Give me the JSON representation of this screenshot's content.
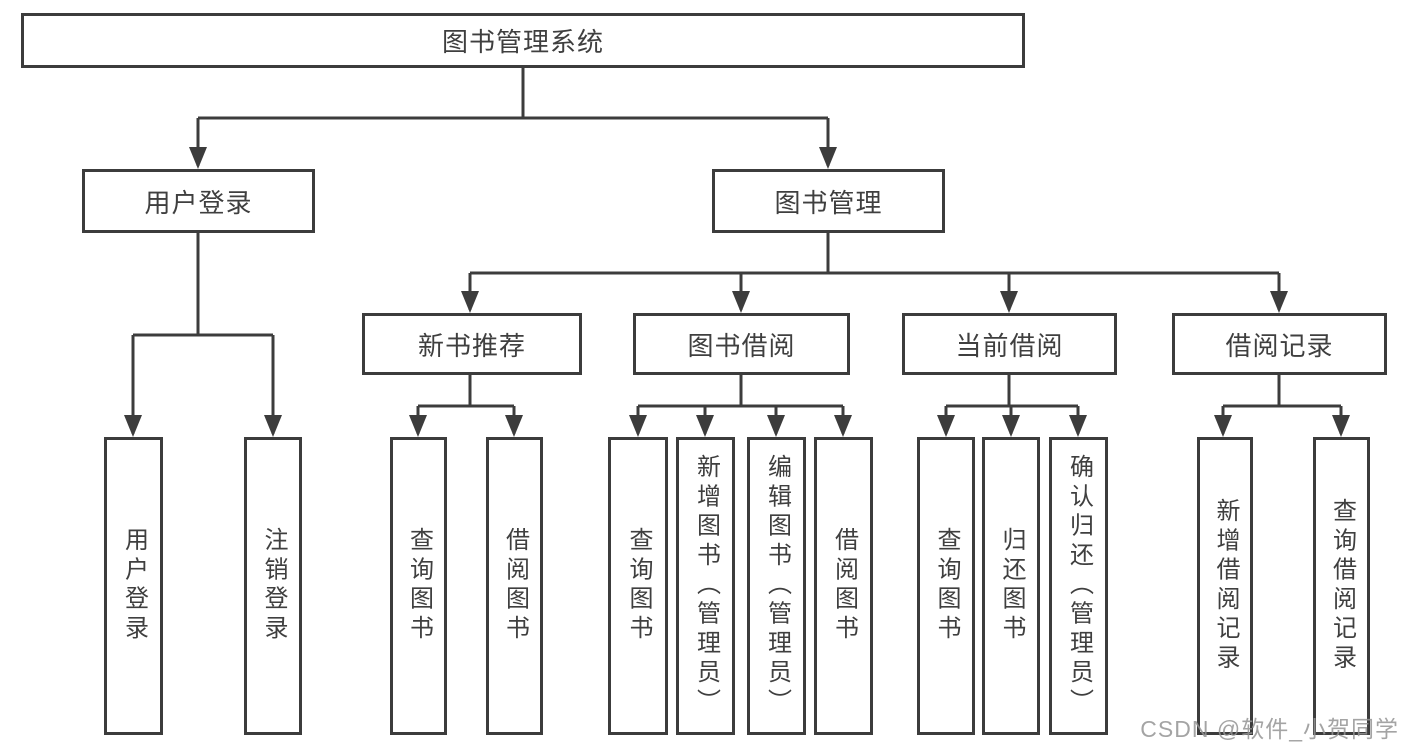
{
  "diagram": {
    "colors": {
      "line": "#3c3c3c",
      "text": "#3f3f3f",
      "watermark_gray": "#949494",
      "background": "#ffffff"
    },
    "tree": {
      "root": {
        "label": "图书管理系统"
      },
      "branches": [
        {
          "label": "用户登录",
          "leaves": [
            {
              "label": "用户登录"
            },
            {
              "label": "注销登录"
            }
          ]
        },
        {
          "label": "图书管理",
          "groups": [
            {
              "label": "新书推荐",
              "leaves": [
                {
                  "label": "查询图书"
                },
                {
                  "label": "借阅图书"
                }
              ]
            },
            {
              "label": "图书借阅",
              "leaves": [
                {
                  "label": "查询图书"
                },
                {
                  "label": "新增图书（管理员）"
                },
                {
                  "label": "编辑图书（管理员）"
                },
                {
                  "label": "借阅图书"
                }
              ]
            },
            {
              "label": "当前借阅",
              "leaves": [
                {
                  "label": "查询图书"
                },
                {
                  "label": "归还图书"
                },
                {
                  "label": "确认归还（管理员）"
                }
              ]
            },
            {
              "label": "借阅记录",
              "leaves": [
                {
                  "label": "新增借阅记录"
                },
                {
                  "label": "查询借阅记录"
                }
              ]
            }
          ]
        }
      ]
    },
    "watermark": {
      "text": "CSDN @软件_小贺同学"
    }
  }
}
